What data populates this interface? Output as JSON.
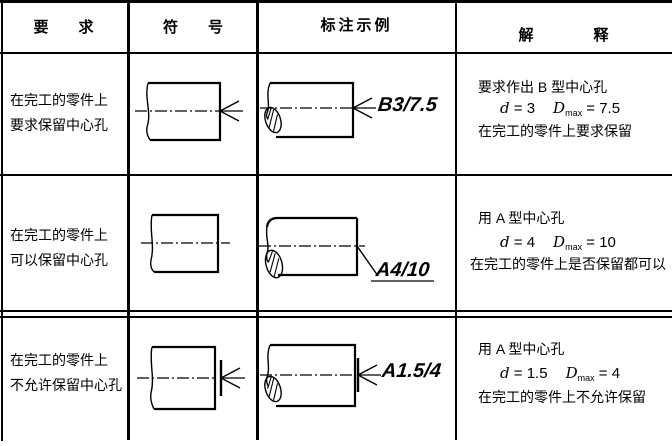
{
  "header": {
    "requirement": "要　　求",
    "symbol": "符　　号",
    "example": "标注示例",
    "explanation": "解　　　　释"
  },
  "rows": [
    {
      "requirement_line1": "在完工的零件上",
      "requirement_line2": "要求保留中心孔",
      "symbol_icon": "keep-center-hole-arrow-symbol",
      "example_label": "B3/7.5",
      "explanation": {
        "line1": "要求作出 B 型中心孔",
        "d_var": "d",
        "d_eq": " = 3",
        "D_var": "D",
        "D_sub": "max",
        "D_eq": " = 7.5",
        "line3": "在完工的零件上要求保留"
      }
    },
    {
      "requirement_line1": "在完工的零件上",
      "requirement_line2": "可以保留中心孔",
      "symbol_icon": "plain-centerline-no-symbol",
      "example_label": "A4/10",
      "explanation": {
        "line1": "用 A 型中心孔",
        "d_var": "d",
        "d_eq": " = 4",
        "D_var": "D",
        "D_sub": "max",
        "D_eq": " = 10",
        "line3": "在完工的零件上是否保留都可以"
      }
    },
    {
      "requirement_line1": "在完工的零件上",
      "requirement_line2": "不允许保留中心孔",
      "symbol_icon": "no-keep-center-hole-bar-arrow-symbol",
      "example_label": "A1.5/4",
      "explanation": {
        "line1": "用 A 型中心孔",
        "d_var": "d",
        "d_eq": " = 1.5",
        "D_var": "D",
        "D_sub": "max",
        "D_eq": " = 4",
        "line3": "在完工的零件上不允许保留"
      }
    }
  ]
}
